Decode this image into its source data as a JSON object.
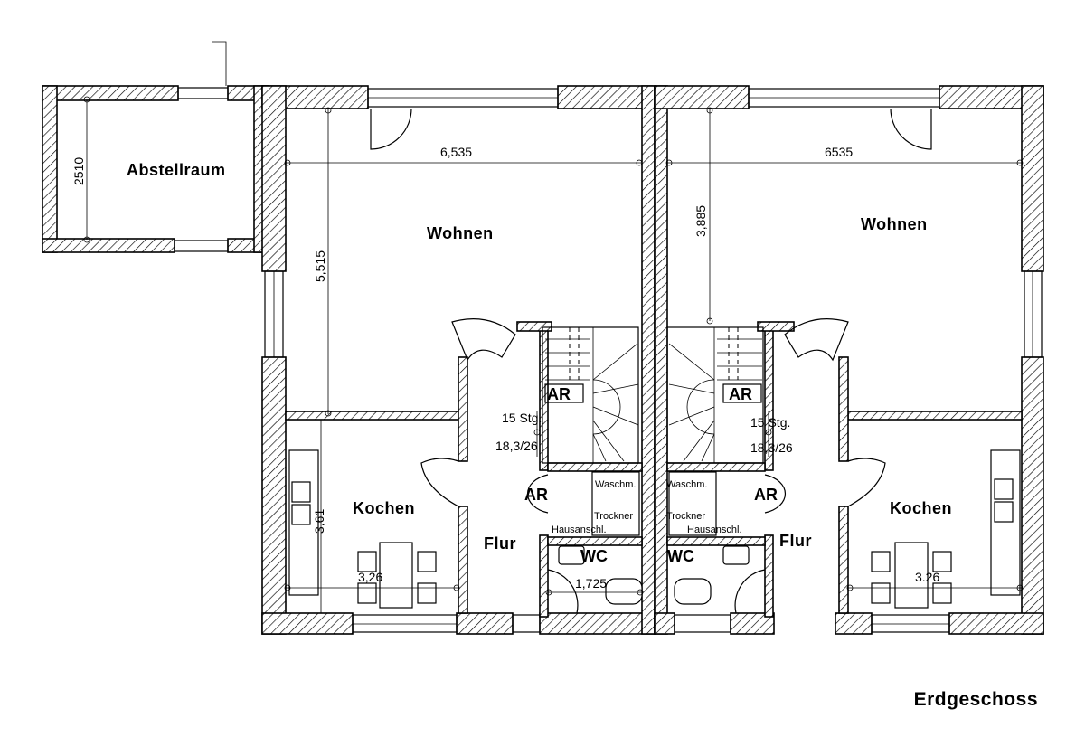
{
  "title": "Erdgeschoss",
  "storage": {
    "label": "Abstellraum",
    "dim": "2510"
  },
  "left": {
    "living": "Wohnen",
    "living_width": "6,535",
    "living_depth": "5,515",
    "kitchen": "Kochen",
    "kitchen_width": "3,26",
    "kitchen_depth": "3,61",
    "hall": "Flur",
    "hall_dim": "1,725",
    "stairs_steps": "15 Stg.",
    "stairs_ratio": "18,3/26",
    "ar_stair": "AR",
    "ar_utility": "AR",
    "washer": "Waschm.",
    "dryer": "Trockner",
    "house_connection": "Hausanschl.",
    "wc": "WC"
  },
  "right": {
    "living": "Wohnen",
    "living_width": "6535",
    "living_depth": "3,885",
    "kitchen": "Kochen",
    "kitchen_width": "3.26",
    "hall": "Flur",
    "stairs_steps": "15 Stg.",
    "stairs_ratio": "18,3/26",
    "ar_stair": "AR",
    "ar_utility": "AR",
    "washer": "Waschm.",
    "dryer": "Trockner",
    "house_connection": "Hausanschl.",
    "wc": "WC"
  }
}
